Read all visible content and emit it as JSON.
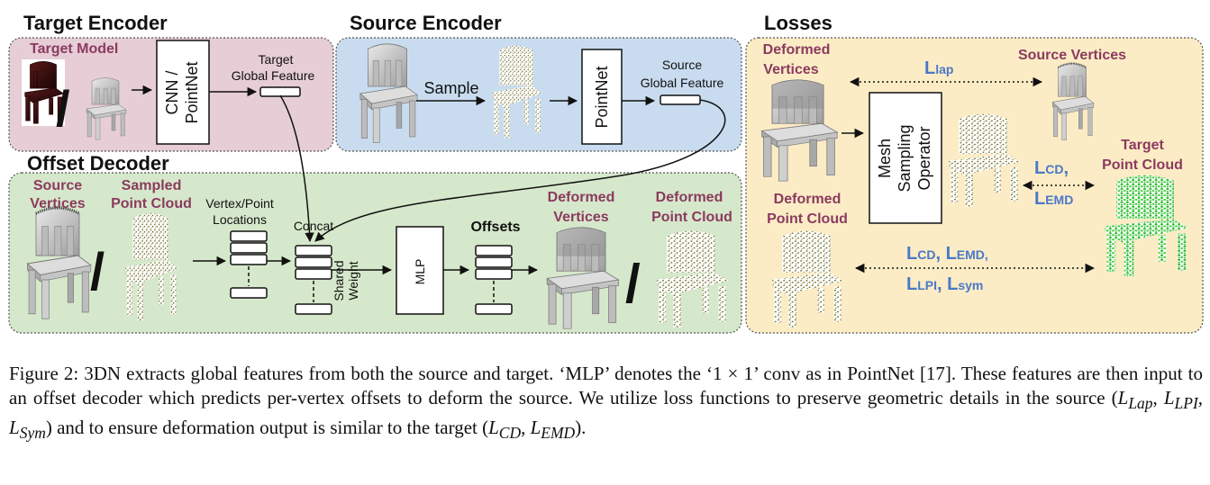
{
  "sections": {
    "target_encoder": "Target Encoder",
    "source_encoder": "Source Encoder",
    "offset_decoder": "Offset Decoder",
    "losses": "Losses"
  },
  "target_encoder": {
    "target_model": "Target Model",
    "cnn_pointnet_1": "CNN /",
    "cnn_pointnet_2": "PointNet",
    "target_global_1": "Target",
    "target_global_2": "Global Feature",
    "slash": "/"
  },
  "source_encoder": {
    "sample": "Sample",
    "pointnet": "PointNet",
    "source_global_1": "Source",
    "source_global_2": "Global Feature"
  },
  "offset_decoder": {
    "source_vertices_1": "Source",
    "source_vertices_2": "Vertices",
    "sampled_pc_1": "Sampled",
    "sampled_pc_2": "Point Cloud",
    "vertex_point_1": "Vertex/Point",
    "vertex_point_2": "Locations",
    "concat": "Concat",
    "shared_1": "Shared",
    "shared_2": "Weight",
    "mlp": "MLP",
    "offsets": "Offsets",
    "deformed_vertices_1": "Deformed",
    "deformed_vertices_2": "Vertices",
    "deformed_pc_1": "Deformed",
    "deformed_pc_2": "Point Cloud",
    "slash": "/"
  },
  "losses": {
    "deformed_vertices_1": "Deformed",
    "deformed_vertices_2": "Vertices",
    "source_vertices": "Source Vertices",
    "l_lap": "L",
    "l_lap_sub": "lap",
    "mesh_1": "Mesh",
    "mesh_2": "Sampling",
    "mesh_3": "Operator",
    "target_pc_1": "Target",
    "target_pc_2": "Point Cloud",
    "deformed_pc_1": "Deformed",
    "deformed_pc_2": "Point Cloud",
    "l_cd": "L",
    "l_cd_sub": "CD",
    "l_emd": "L",
    "l_emd_sub": "EMD",
    "l4_cd": "L",
    "l4_cd_sub": "CD",
    "l4_emd": "L",
    "l4_emd_sub": "EMD,",
    "l4_lpi": "L",
    "l4_lpi_sub": "LPI",
    "l4_sym": "L",
    "l4_sym_sub": "sym"
  },
  "caption": {
    "p1": "Figure 2: 3DN extracts global features from both the source and target. ‘MLP’ denotes the ‘1 × 1’ conv as in PointNet [17]. These features are then input to an offset decoder which predicts per-vertex offsets to deform the source. We utilize loss functions to preserve geometric details in the source (",
    "m1": "L",
    "m1_sub": "Lap",
    "m2": "L",
    "m2_sub": "LPI",
    "m3": "L",
    "m3_sub": "Sym",
    "p2": ") and to ensure deformation output is similar to the target (",
    "m4": "L",
    "m4_sub": "CD",
    "m5": "L",
    "m5_sub": "EMD",
    "p3": ")."
  },
  "colors": {
    "target_bg": "#e6cdd6",
    "source_bg": "#c9dcef",
    "decoder_bg": "#d6e8cb",
    "losses_bg": "#fbecc5",
    "label_purple": "#8b3a5f",
    "loss_blue": "#4a78c8",
    "olive_points": "#6b6a1c",
    "green_points": "#2ec42e"
  }
}
